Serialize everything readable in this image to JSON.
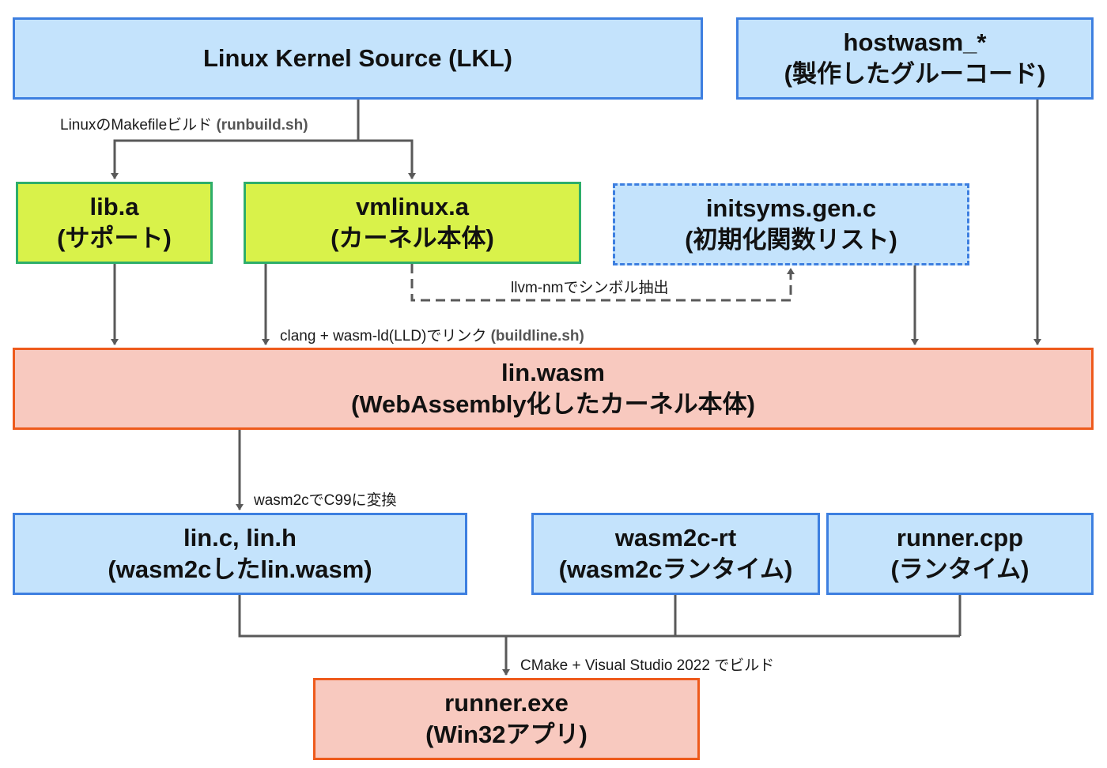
{
  "boxes": {
    "linux_source": {
      "line1": "Linux Kernel Source (LKL)"
    },
    "hostwasm": {
      "line1": "hostwasm_*",
      "line2": "(製作したグルーコード)"
    },
    "lib_a": {
      "line1": "lib.a",
      "line2": "(サポート)"
    },
    "vmlinux_a": {
      "line1": "vmlinux.a",
      "line2": "(カーネル本体)"
    },
    "initsyms": {
      "line1": "initsyms.gen.c",
      "line2": "(初期化関数リスト)"
    },
    "lin_wasm": {
      "line1": "lin.wasm",
      "line2": "(WebAssembly化したカーネル本体)"
    },
    "lin_c": {
      "line1": "lin.c, lin.h",
      "line2": "(wasm2cしたlin.wasm)"
    },
    "wasm2c_rt": {
      "line1": "wasm2c-rt",
      "line2": "(wasm2cランタイム)"
    },
    "runner_cpp": {
      "line1": "runner.cpp",
      "line2": "(ランタイム)"
    },
    "runner_exe": {
      "line1": "runner.exe",
      "line2": "(Win32アプリ)"
    }
  },
  "labels": {
    "makefile_build": {
      "text": "LinuxのMakefileビルド ",
      "script": "(runbuild.sh)"
    },
    "llvm_nm": {
      "text": "llvm-nmでシンボル抽出"
    },
    "clang_link": {
      "text": "clang + wasm-ld(LLD)でリンク ",
      "script": "(buildline.sh)"
    },
    "wasm2c": {
      "text": "wasm2cでC99に変換"
    },
    "cmake": {
      "text": "CMake + Visual Studio 2022 でビルド"
    }
  },
  "colors": {
    "connector": "#595959",
    "blue_fill": "#c4e3fc",
    "blue_border": "#3d7fe0",
    "green_fill": "#d9f24a",
    "green_border": "#2eae6a",
    "salmon_fill": "#f8c9bf",
    "salmon_border": "#ee5a1c"
  }
}
